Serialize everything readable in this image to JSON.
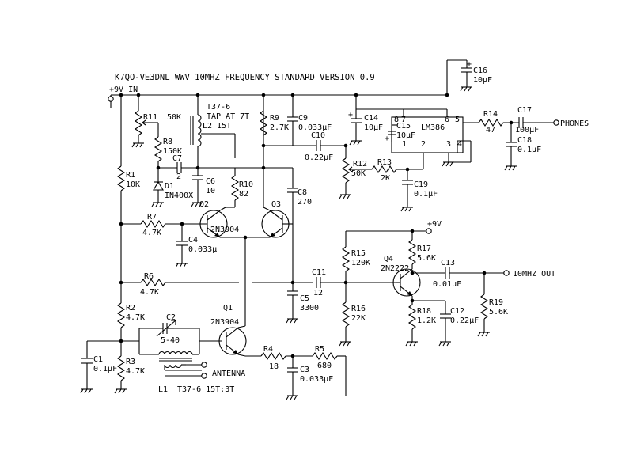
{
  "title": "K7QO-VE3DNL WWV 10MHZ FREQUENCY STANDARD   VERSION 0.9",
  "nets": {
    "supply": "+9V IN",
    "supply_out": "+9V",
    "antenna": "ANTENNA",
    "phones": "PHONES",
    "output": "10MHZ OUT"
  },
  "components": {
    "R1": {
      "ref": "R1",
      "value": "10K"
    },
    "R2": {
      "ref": "R2",
      "value": "4.7K"
    },
    "R3": {
      "ref": "R3",
      "value": "4.7K"
    },
    "R4": {
      "ref": "R4",
      "value": "18"
    },
    "R5": {
      "ref": "R5",
      "value": "680"
    },
    "R6": {
      "ref": "R6",
      "value": "4.7K"
    },
    "R7": {
      "ref": "R7",
      "value": "4.7K"
    },
    "R8": {
      "ref": "R8",
      "value": "150K"
    },
    "R9": {
      "ref": "R9",
      "value": "2.7K"
    },
    "R10": {
      "ref": "R10",
      "value": "82"
    },
    "R11": {
      "ref": "R11",
      "value": "50K"
    },
    "R12": {
      "ref": "R12",
      "value": "50K"
    },
    "R13": {
      "ref": "R13",
      "value": "2K"
    },
    "R14": {
      "ref": "R14",
      "value": "47"
    },
    "R15": {
      "ref": "R15",
      "value": "120K"
    },
    "R16": {
      "ref": "R16",
      "value": "22K"
    },
    "R17": {
      "ref": "R17",
      "value": "5.6K"
    },
    "R18": {
      "ref": "R18",
      "value": "1.2K"
    },
    "R19": {
      "ref": "R19",
      "value": "5.6K"
    },
    "C1": {
      "ref": "C1",
      "value": "0.1μF"
    },
    "C2": {
      "ref": "C2",
      "value": "5-40"
    },
    "C3": {
      "ref": "C3",
      "value": "0.033μF"
    },
    "C4": {
      "ref": "C4",
      "value": "0.033μ"
    },
    "C5": {
      "ref": "C5",
      "value": "3300"
    },
    "C6": {
      "ref": "C6",
      "value": "10"
    },
    "C7": {
      "ref": "C7",
      "value": "2"
    },
    "C8": {
      "ref": "C8",
      "value": "270"
    },
    "C9": {
      "ref": "C9",
      "value": "0.033μF"
    },
    "C10": {
      "ref": "C10",
      "value": "0.22μF"
    },
    "C11": {
      "ref": "C11",
      "value": "12"
    },
    "C12": {
      "ref": "C12",
      "value": "0.22μF"
    },
    "C13": {
      "ref": "C13",
      "value": "0.01μF"
    },
    "C14": {
      "ref": "C14",
      "value": "10μF"
    },
    "C15": {
      "ref": "C15",
      "value": "10μF"
    },
    "C16": {
      "ref": "C16",
      "value": "10μF"
    },
    "C17": {
      "ref": "C17",
      "value": "100μF"
    },
    "C18": {
      "ref": "C18",
      "value": "0.1μF"
    },
    "C19": {
      "ref": "C19",
      "value": "0.1μF"
    },
    "D1": {
      "ref": "D1",
      "value": "IN400X"
    },
    "Q1": {
      "ref": "Q1",
      "value": "2N3904"
    },
    "Q2": {
      "ref": "Q2",
      "value": ""
    },
    "Q3": {
      "ref": "Q3",
      "value": ""
    },
    "Q23": {
      "value": "2N3904"
    },
    "Q4": {
      "ref": "Q4",
      "value": "2N2222"
    },
    "U1": {
      "ref": "LM386",
      "pins": [
        "8",
        "7",
        "6",
        "5",
        "1",
        "2",
        "3",
        "4"
      ]
    },
    "L1": {
      "ref": "L1",
      "value": "T37-6 15T:3T"
    },
    "L2": {
      "ref": "L2 15T",
      "note1": "T37-6",
      "note2": "TAP AT 7T"
    }
  },
  "colors": {
    "ink": "#000000",
    "paper": "#ffffff"
  }
}
